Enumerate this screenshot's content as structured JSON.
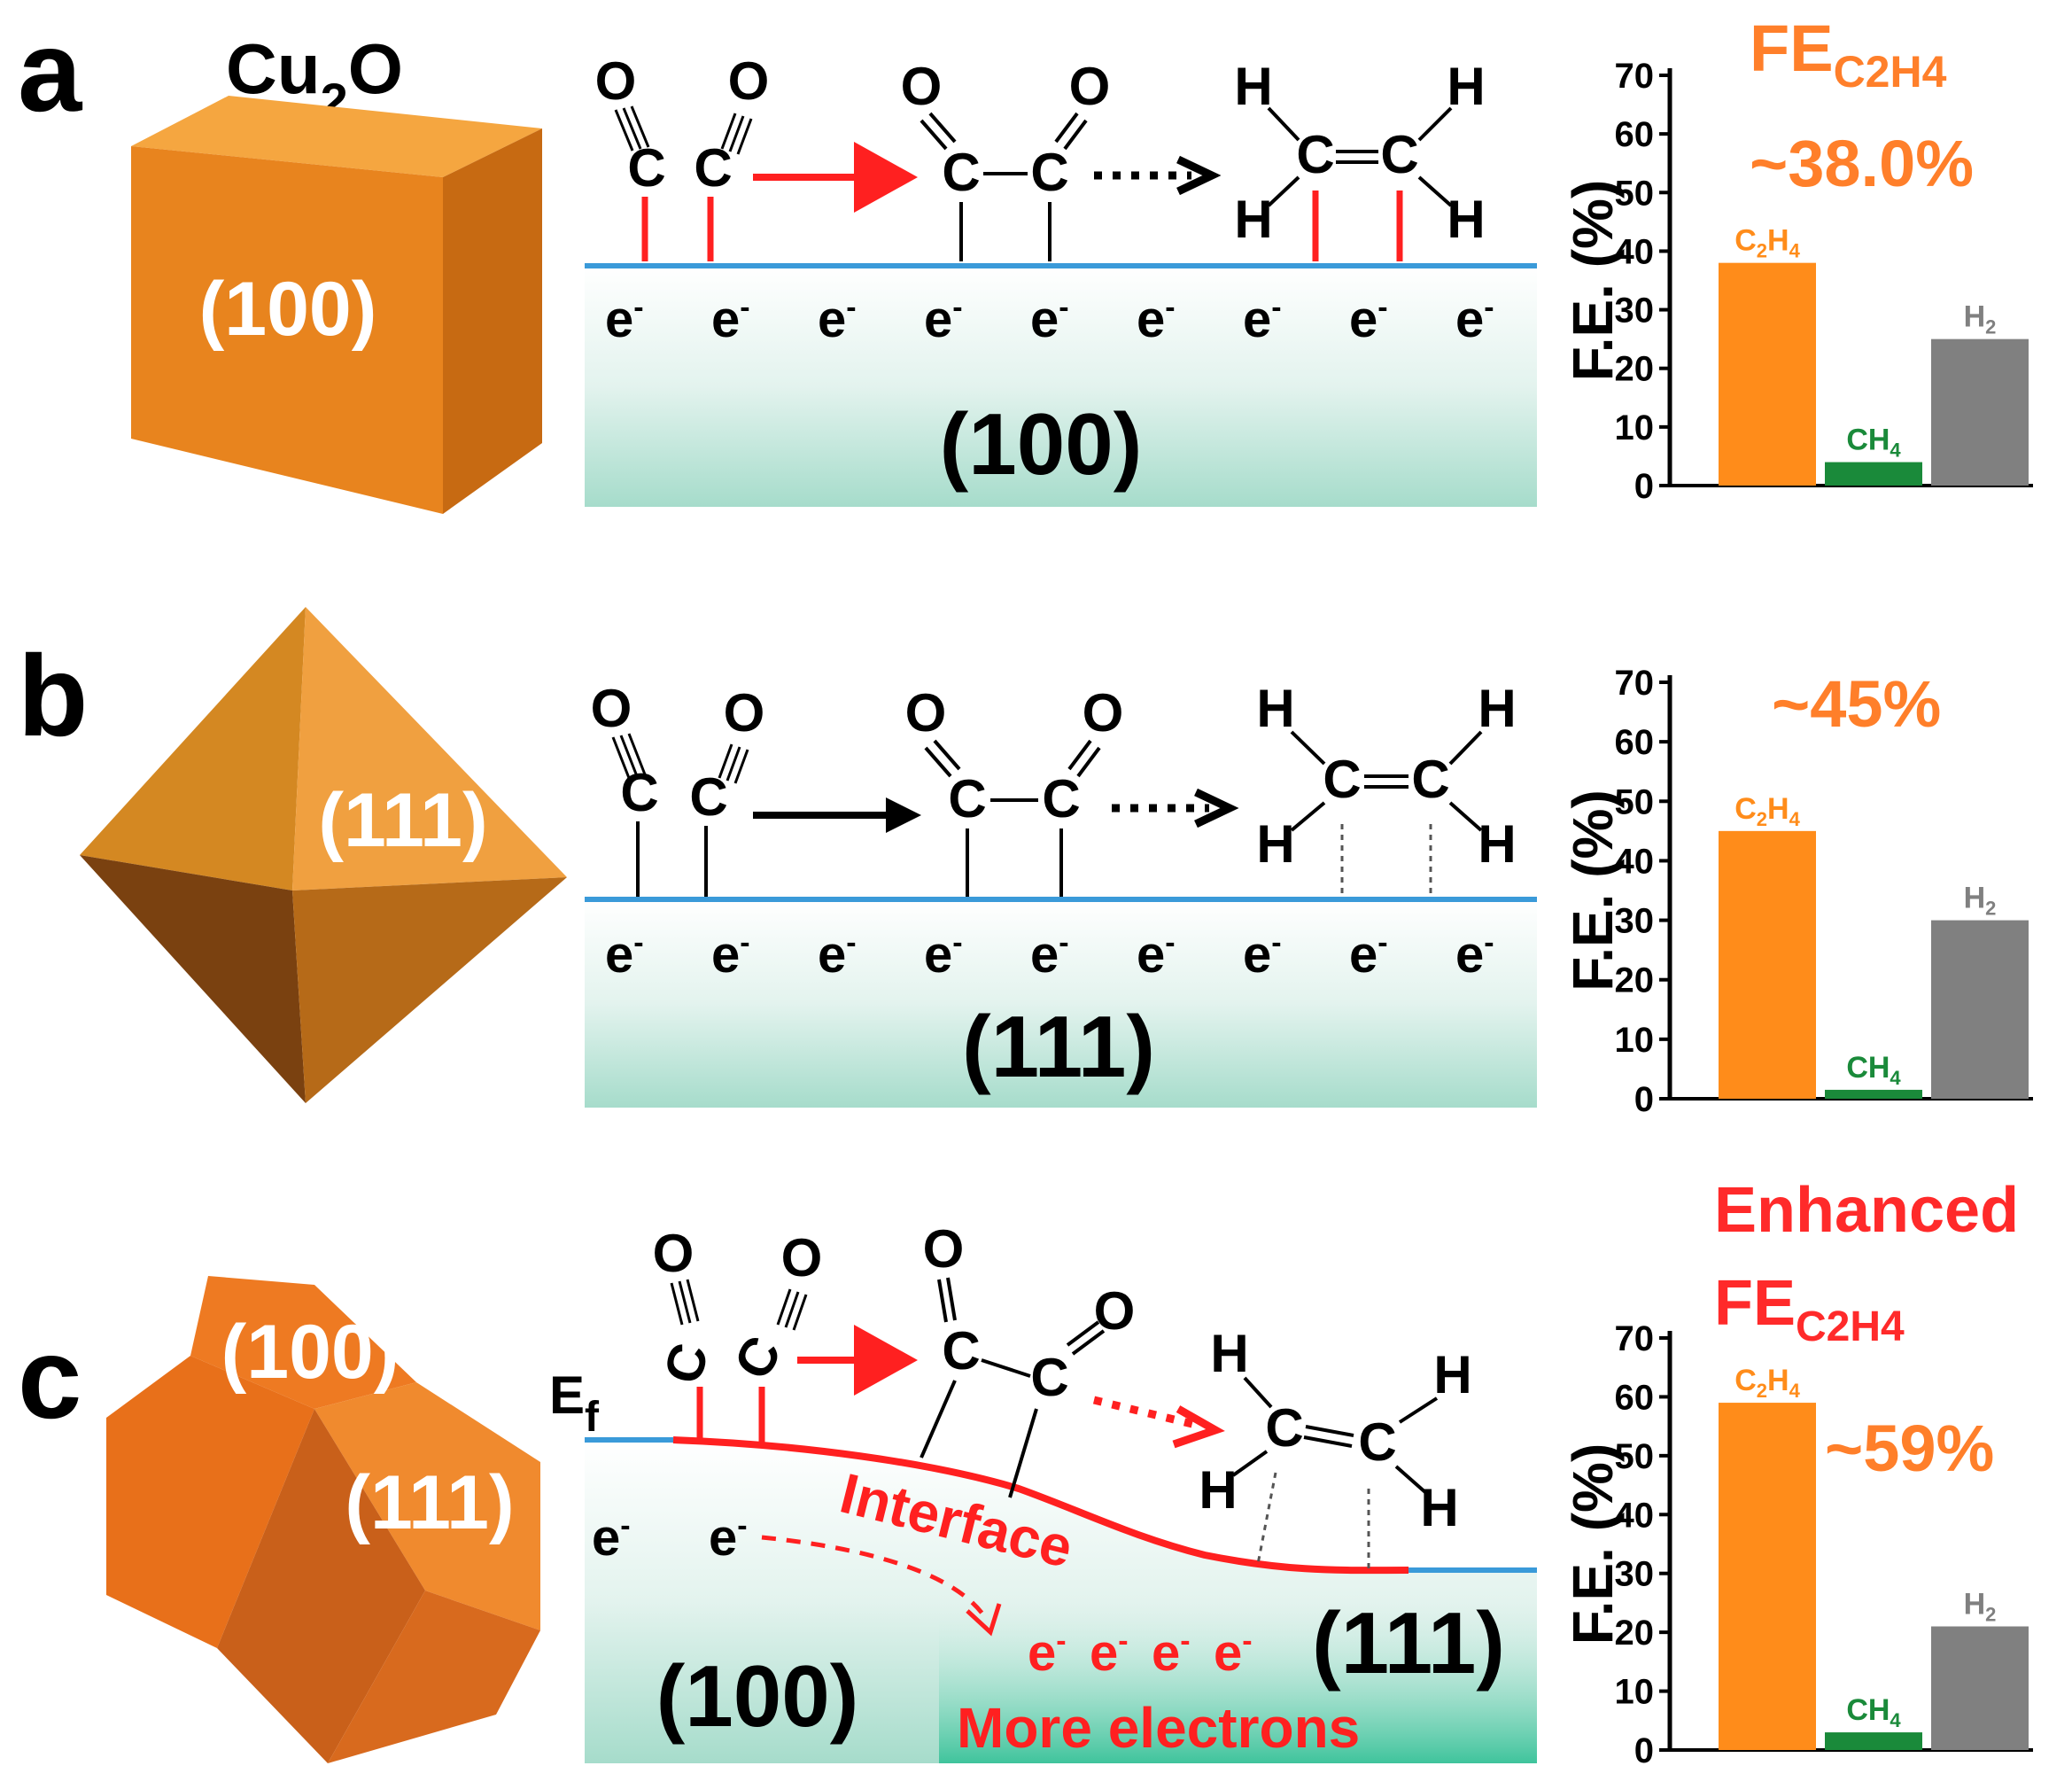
{
  "panels": [
    {
      "id": "a",
      "label": "a",
      "material": "Cu",
      "material_sub": "2",
      "material_tail": "O",
      "crystal_facets": [
        "(100)"
      ],
      "surface_label": "(100)",
      "electrons": [
        "e",
        "e",
        "e",
        "e",
        "e",
        "e",
        "e",
        "e",
        "e"
      ],
      "electron_sup": "-",
      "fe_prefix": "FE",
      "fe_sub": "C2H4",
      "fe_value": "~38.0%",
      "colors": {
        "bond": "#ff2020",
        "arrow": "#ff2020"
      }
    },
    {
      "id": "b",
      "label": "b",
      "crystal_facets": [
        "(111)"
      ],
      "surface_label": "(111)",
      "electrons": [
        "e",
        "e",
        "e",
        "e",
        "e",
        "e",
        "e",
        "e",
        "e"
      ],
      "electron_sup": "-",
      "fe_value": "~45%",
      "colors": {
        "bond": "#000000",
        "arrow": "#000000"
      }
    },
    {
      "id": "c",
      "label": "c",
      "crystal_facets": [
        "(100)",
        "(111)"
      ],
      "surface_left_label": "(100)",
      "surface_right_label": "(111)",
      "fermi": "E",
      "fermi_sub": "f",
      "interface_label": "Interface",
      "electrons_left": [
        "e",
        "e"
      ],
      "electrons_more": [
        "e",
        "e",
        "e",
        "e"
      ],
      "electron_sup": "-",
      "more_electrons_label": "More electrons",
      "enhanced_line1": "Enhanced",
      "fe_prefix": "FE",
      "fe_sub": "C2H4",
      "fe_value": "~59%",
      "colors": {
        "bond": "#ff2020",
        "arrow": "#ff2020"
      }
    }
  ],
  "molecule_atoms": {
    "carbon": "C",
    "oxygen": "O",
    "hydrogen": "H"
  },
  "chart_data": [
    {
      "type": "bar",
      "panel": "a",
      "ylabel": "F.E. (%)",
      "ylim": [
        0,
        70
      ],
      "yticks": [
        0,
        10,
        20,
        30,
        40,
        50,
        60,
        70
      ],
      "categories": [
        "C2H4",
        "CH4",
        "H2"
      ],
      "category_labels": [
        {
          "main": "C",
          "s1": "2",
          "mid": "H",
          "s2": "4"
        },
        {
          "main": "CH",
          "s1": "4",
          "mid": "",
          "s2": ""
        },
        {
          "main": "H",
          "s1": "2",
          "mid": "",
          "s2": ""
        }
      ],
      "values": [
        38,
        4,
        25
      ],
      "colors": [
        "#ff8c1a",
        "#1a8a3a",
        "#808080"
      ]
    },
    {
      "type": "bar",
      "panel": "b",
      "ylabel": "F.E. (%)",
      "ylim": [
        0,
        70
      ],
      "yticks": [
        0,
        10,
        20,
        30,
        40,
        50,
        60,
        70
      ],
      "categories": [
        "C2H4",
        "CH4",
        "H2"
      ],
      "category_labels": [
        {
          "main": "C",
          "s1": "2",
          "mid": "H",
          "s2": "4"
        },
        {
          "main": "CH",
          "s1": "4",
          "mid": "",
          "s2": ""
        },
        {
          "main": "H",
          "s1": "2",
          "mid": "",
          "s2": ""
        }
      ],
      "values": [
        45,
        1.5,
        30
      ],
      "colors": [
        "#ff8c1a",
        "#1a8a3a",
        "#808080"
      ]
    },
    {
      "type": "bar",
      "panel": "c",
      "ylabel": "F.E. (%)",
      "ylim": [
        0,
        70
      ],
      "yticks": [
        0,
        10,
        20,
        30,
        40,
        50,
        60,
        70
      ],
      "categories": [
        "C2H4",
        "CH4",
        "H2"
      ],
      "category_labels": [
        {
          "main": "C",
          "s1": "2",
          "mid": "H",
          "s2": "4"
        },
        {
          "main": "CH",
          "s1": "4",
          "mid": "",
          "s2": ""
        },
        {
          "main": "H",
          "s1": "2",
          "mid": "",
          "s2": ""
        }
      ],
      "values": [
        59,
        3,
        21
      ],
      "colors": [
        "#ff8c1a",
        "#1a8a3a",
        "#808080"
      ]
    }
  ]
}
